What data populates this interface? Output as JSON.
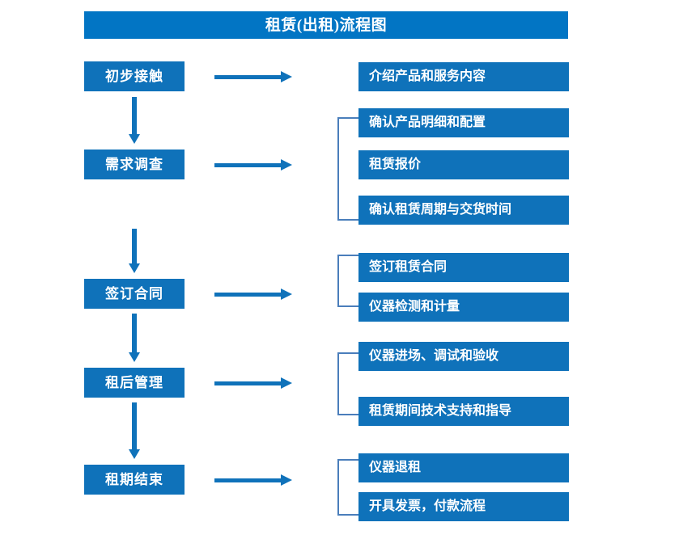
{
  "diagram": {
    "title": "租赁(出租)流程图",
    "colors": {
      "title_bar": "#0275c4",
      "box_fill": "#0f72ba",
      "box_text": "#ffffff",
      "arrow": "#0f72ba",
      "bracket": "#4a7ebb",
      "background": "#ffffff"
    },
    "stages": [
      {
        "label": "初步接触"
      },
      {
        "label": "需求调查"
      },
      {
        "label": "签订合同"
      },
      {
        "label": "租后管理"
      },
      {
        "label": "租期结束"
      }
    ],
    "details": [
      {
        "label": "介绍产品和服务内容"
      },
      {
        "label": "确认产品明细和配置"
      },
      {
        "label": "租赁报价"
      },
      {
        "label": "确认租赁周期与交货时间"
      },
      {
        "label": "签订租赁合同"
      },
      {
        "label": "仪器检测和计量"
      },
      {
        "label": "仪器进场、调试和验收"
      },
      {
        "label": "租赁期间技术支持和指导"
      },
      {
        "label": "仪器退租"
      },
      {
        "label": "开具发票，付款流程"
      }
    ],
    "flow_arrows": {
      "horizontal_count": 5,
      "vertical_count": 4
    },
    "brackets": [
      {
        "groups": [
          "确认产品明细和配置",
          "租赁报价",
          "确认租赁周期与交货时间"
        ]
      },
      {
        "groups": [
          "签订租赁合同",
          "仪器检测和计量"
        ]
      },
      {
        "groups": [
          "仪器进场、调试和验收",
          "租赁期间技术支持和指导"
        ]
      },
      {
        "groups": [
          "仪器退租",
          "开具发票，付款流程"
        ]
      }
    ]
  },
  "chart_data": {
    "type": "diagram",
    "title": "租赁(出租)流程图",
    "nodes": [
      {
        "id": "s1",
        "text": "初步接触",
        "column": "stage",
        "order": 1
      },
      {
        "id": "s2",
        "text": "需求调查",
        "column": "stage",
        "order": 2
      },
      {
        "id": "s3",
        "text": "签订合同",
        "column": "stage",
        "order": 3
      },
      {
        "id": "s4",
        "text": "租后管理",
        "column": "stage",
        "order": 4
      },
      {
        "id": "s5",
        "text": "租期结束",
        "column": "stage",
        "order": 5
      },
      {
        "id": "d1",
        "text": "介绍产品和服务内容",
        "column": "detail",
        "parent": "s1"
      },
      {
        "id": "d2",
        "text": "确认产品明细和配置",
        "column": "detail",
        "parent": "s2"
      },
      {
        "id": "d3",
        "text": "租赁报价",
        "column": "detail",
        "parent": "s2"
      },
      {
        "id": "d4",
        "text": "确认租赁周期与交货时间",
        "column": "detail",
        "parent": "s2"
      },
      {
        "id": "d5",
        "text": "签订租赁合同",
        "column": "detail",
        "parent": "s3"
      },
      {
        "id": "d6",
        "text": "仪器检测和计量",
        "column": "detail",
        "parent": "s3"
      },
      {
        "id": "d7",
        "text": "仪器进场、调试和验收",
        "column": "detail",
        "parent": "s4"
      },
      {
        "id": "d8",
        "text": "租赁期间技术支持和指导",
        "column": "detail",
        "parent": "s4"
      },
      {
        "id": "d9",
        "text": "仪器退租",
        "column": "detail",
        "parent": "s5"
      },
      {
        "id": "d10",
        "text": "开具发票，付款流程",
        "column": "detail",
        "parent": "s5"
      }
    ],
    "edges": [
      {
        "from": "s1",
        "to": "s2",
        "kind": "vertical-arrow"
      },
      {
        "from": "s2",
        "to": "s3",
        "kind": "vertical-arrow"
      },
      {
        "from": "s3",
        "to": "s4",
        "kind": "vertical-arrow"
      },
      {
        "from": "s4",
        "to": "s5",
        "kind": "vertical-arrow"
      },
      {
        "from": "s1",
        "to": "d1",
        "kind": "horizontal-arrow"
      },
      {
        "from": "s2",
        "to": "d2",
        "kind": "horizontal-arrow"
      },
      {
        "from": "s3",
        "to": "d5",
        "kind": "horizontal-arrow"
      },
      {
        "from": "s4",
        "to": "d7",
        "kind": "horizontal-arrow"
      },
      {
        "from": "s5",
        "to": "d9",
        "kind": "horizontal-arrow"
      }
    ]
  }
}
